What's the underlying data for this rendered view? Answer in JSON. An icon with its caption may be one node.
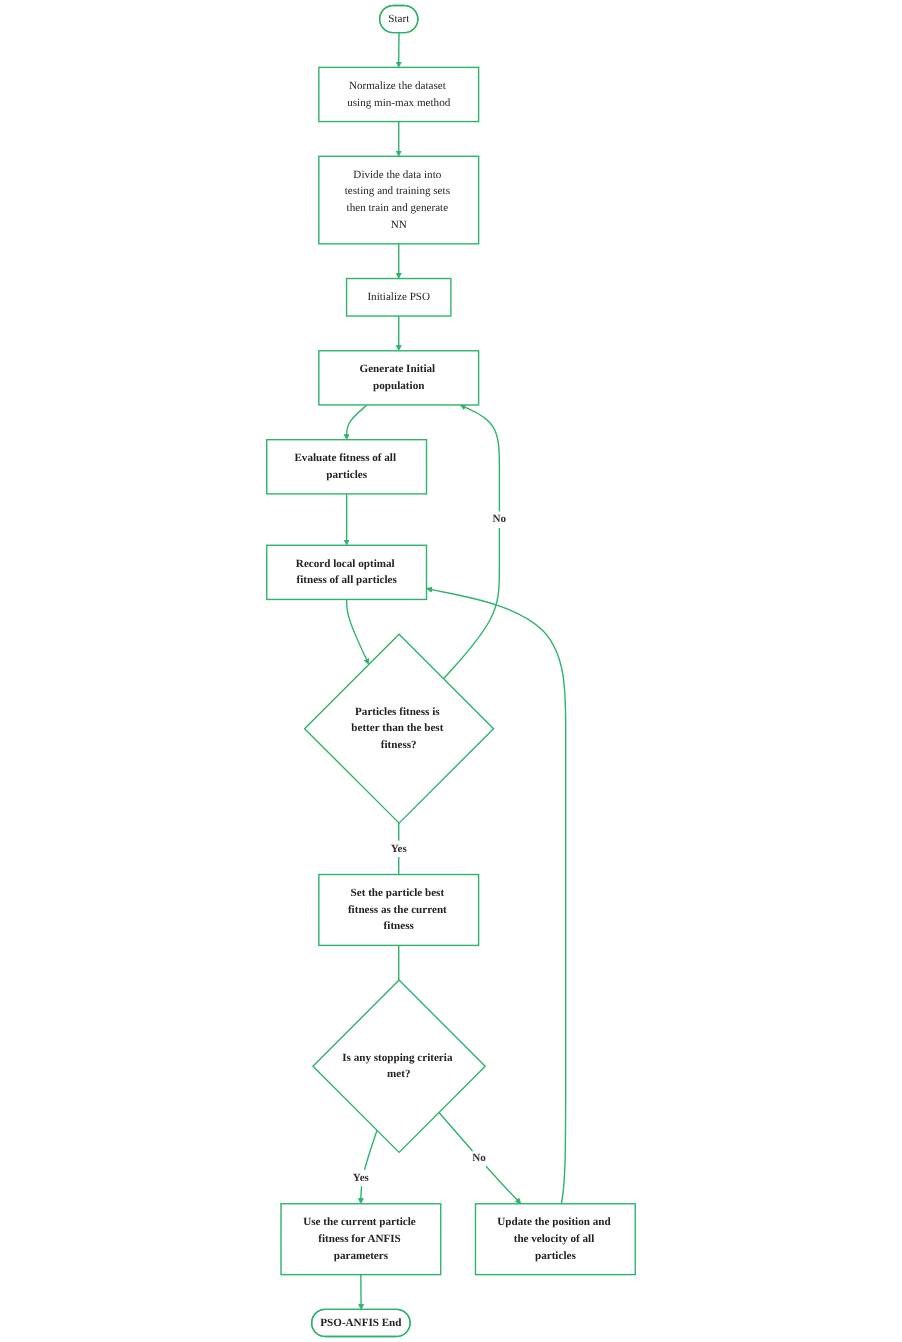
{
  "diagram": {
    "nodes": [
      {
        "text": [
          "Start"
        ]
      },
      {
        "text": [
          "Normalize the dataset using min-max method"
        ]
      },
      {
        "text": [
          "Divide the data into testing and training sets then train and generate NN"
        ]
      },
      {
        "text": [
          "Initialize PSO"
        ]
      },
      {
        "text": [
          "Generate Initial population"
        ]
      },
      {
        "text": [
          "Evaluate fitness of all particles"
        ]
      },
      {
        "text": [
          "Record local optimal fitness of all particles"
        ]
      },
      {
        "text": [
          "Particles fitness is better than the best fitness?"
        ]
      },
      {
        "text": [
          "Set the particle best fitness as the current fitness"
        ]
      },
      {
        "text": [
          "Is any stopping criteria met?"
        ]
      },
      {
        "text": [
          "Use the current particle fitness for ANFIS parameters"
        ]
      },
      {
        "text": [
          "PSO-ANFIS End"
        ]
      },
      {
        "text": [
          "Update the position and the velocity of all particles"
        ]
      }
    ],
    "edges": [
      {
        "from": 0,
        "to": 1,
        "arrow": "to"
      },
      {
        "from": 1,
        "to": 2,
        "arrow": "to"
      },
      {
        "from": 2,
        "to": 3,
        "arrow": "to"
      },
      {
        "from": 3,
        "to": 4,
        "arrow": "to"
      },
      {
        "from": 4,
        "to": 5,
        "arrow": "to"
      },
      {
        "from": 5,
        "to": 6,
        "arrow": "to"
      },
      {
        "from": 6,
        "to": 7,
        "arrow": "to"
      },
      {
        "from": 7,
        "to": 4,
        "label": "No",
        "arrow": "to"
      },
      {
        "from": 7,
        "to": 8,
        "label": "Yes",
        "arrow": "none"
      },
      {
        "from": 8,
        "to": 9,
        "arrow": "none"
      },
      {
        "from": 9,
        "to": 10,
        "label": "Yes",
        "arrow": "to"
      },
      {
        "from": 9,
        "to": 12,
        "label": "No",
        "arrow": "to"
      },
      {
        "from": 10,
        "to": 11,
        "arrow": "to"
      },
      {
        "from": 12,
        "to": 6,
        "arrow": "to"
      }
    ]
  }
}
